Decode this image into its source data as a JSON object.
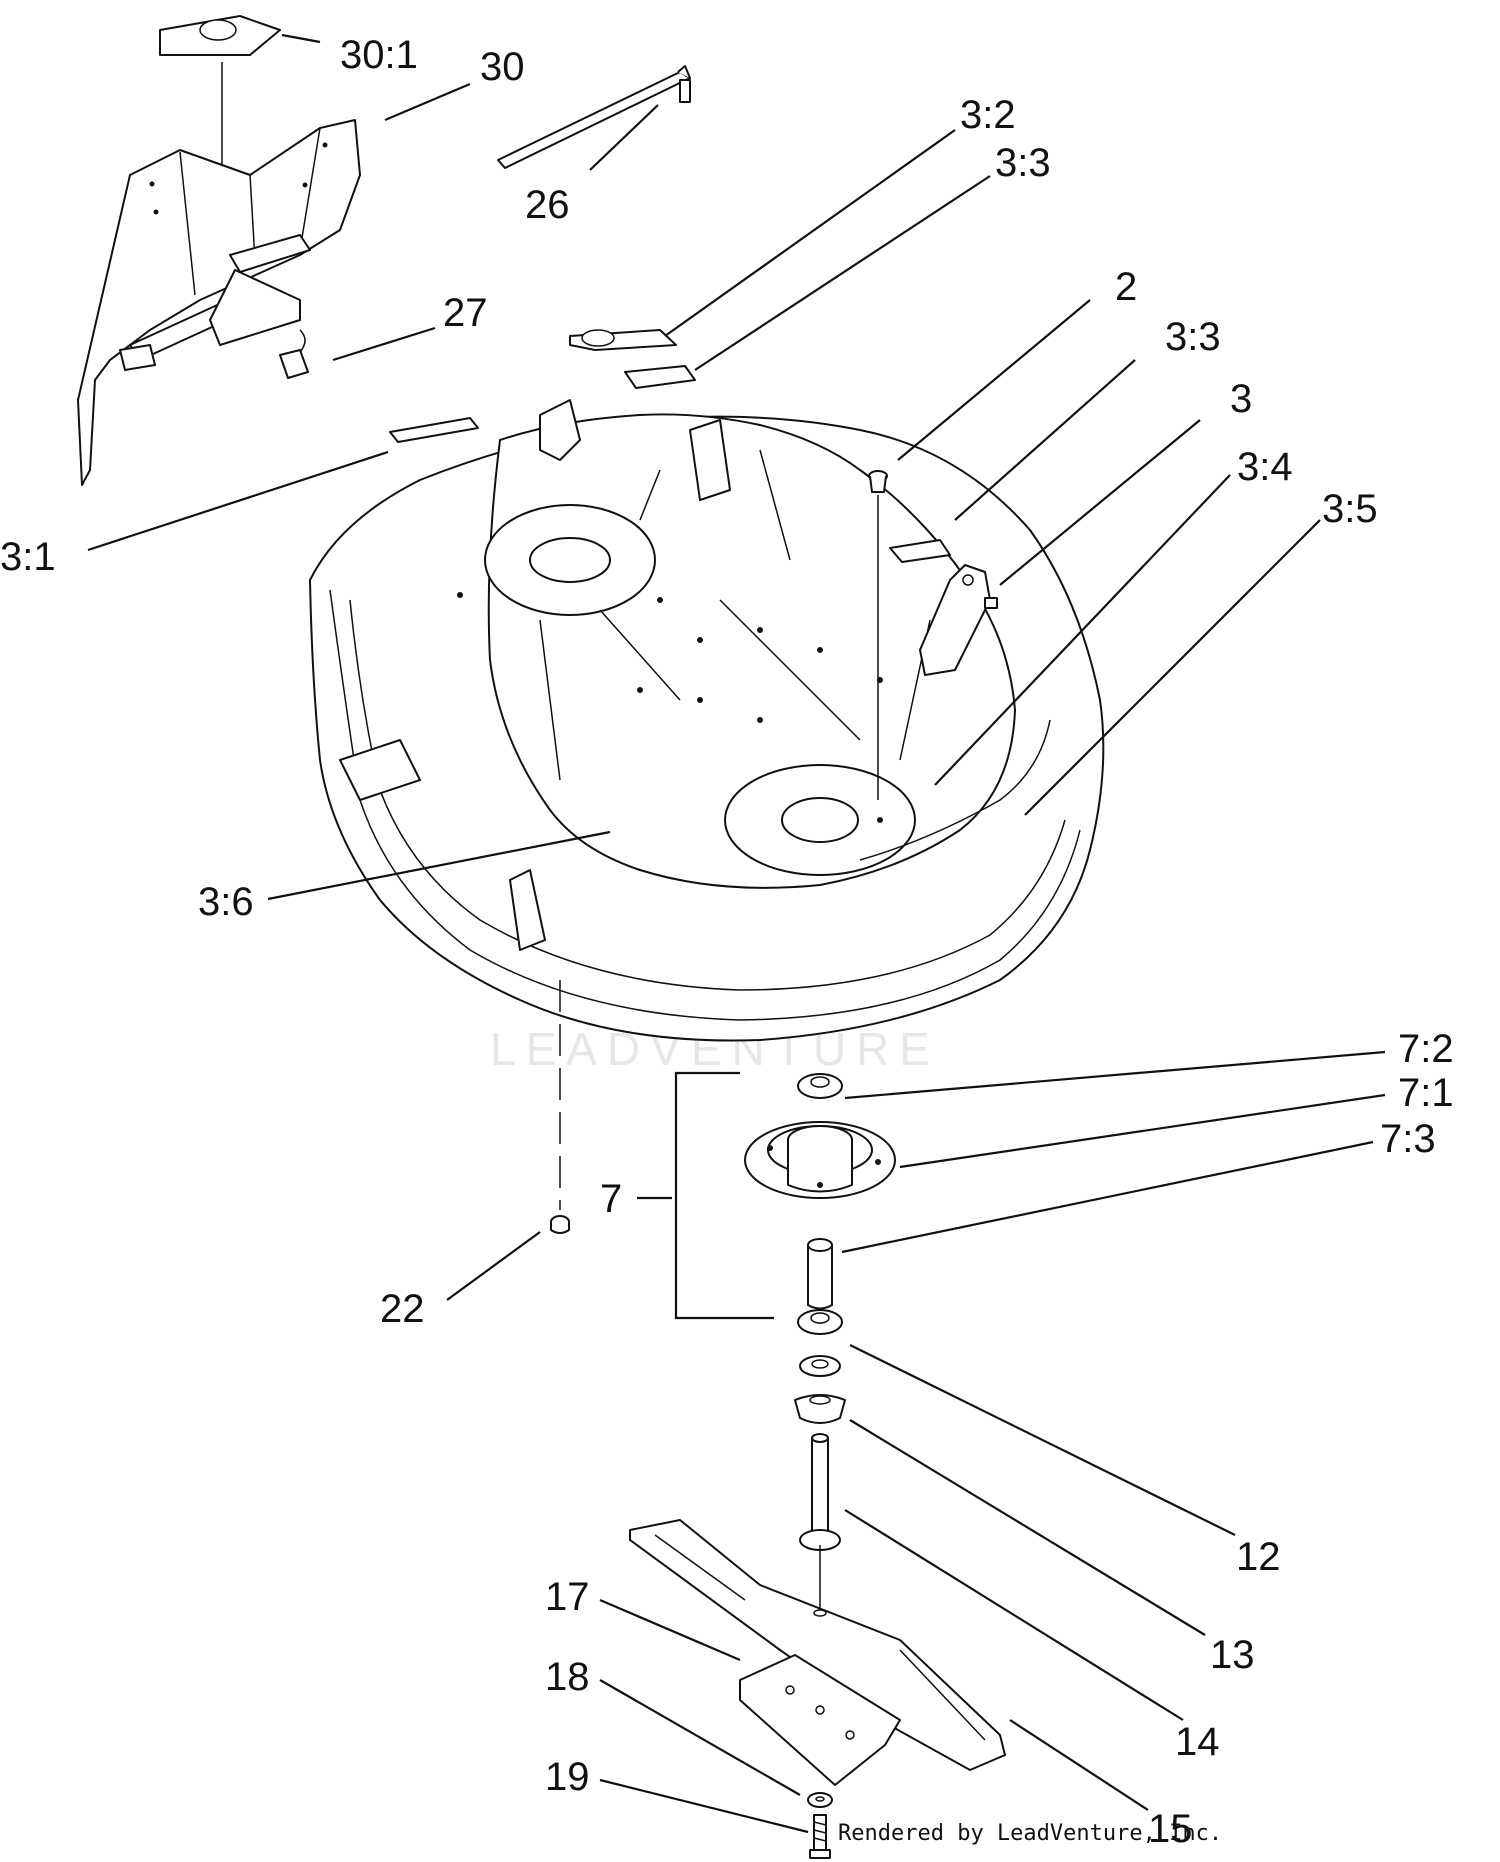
{
  "watermark": "LEADVENTURE",
  "credit": "Rendered by LeadVenture, Inc.",
  "callouts": {
    "c30_1": "30:1",
    "c30": "30",
    "c26": "26",
    "c3_2": "3:2",
    "c3_3a": "3:3",
    "c2": "2",
    "c3_3b": "3:3",
    "c27": "27",
    "c3": "3",
    "c3_4": "3:4",
    "c3_5": "3:5",
    "c3_1": "3:1",
    "c3_6": "3:6",
    "c7_2": "7:2",
    "c7_1": "7:1",
    "c7_3": "7:3",
    "c7": "7",
    "c22": "22",
    "c12": "12",
    "c17": "17",
    "c13": "13",
    "c18": "18",
    "c14": "14",
    "c19": "19",
    "c15": "15"
  }
}
